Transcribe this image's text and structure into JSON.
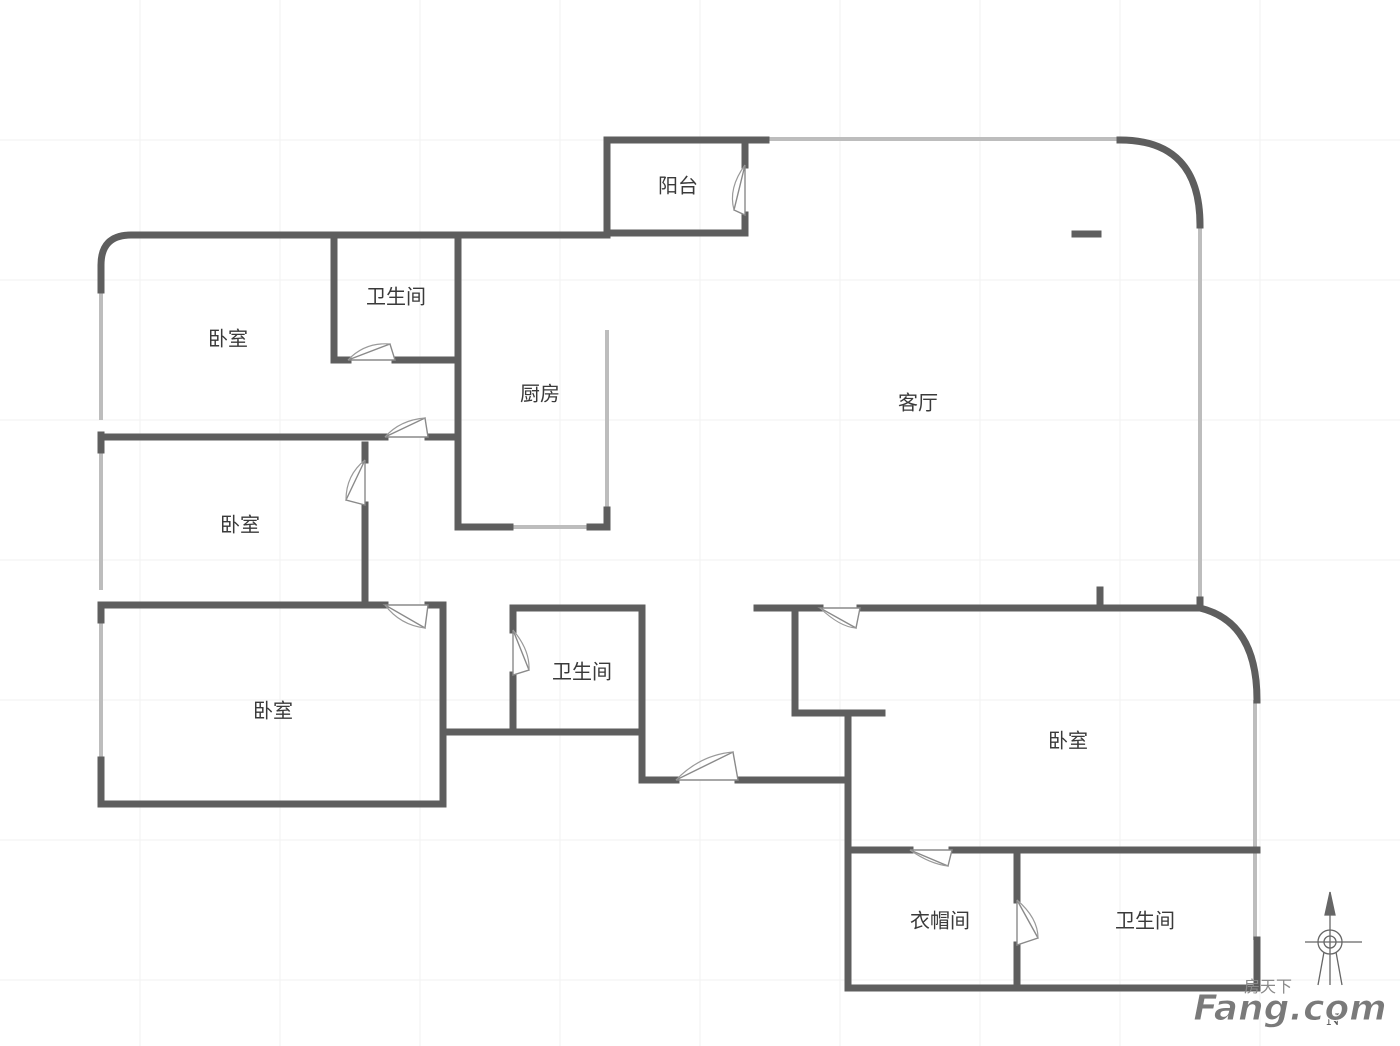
{
  "rooms": {
    "balcony": "阳台",
    "living": "客厅",
    "kitchen": "厨房",
    "bedroom_nw": "卧室",
    "bedroom_w": "卧室",
    "bedroom_sw": "卧室",
    "bedroom_se": "卧室",
    "bath_north": "卫生间",
    "bath_center": "卫生间",
    "bath_se": "卫生间",
    "cloakroom": "衣帽间"
  },
  "compass": {
    "label": "N"
  },
  "watermark": {
    "brand": "Fang.com",
    "cn": "房天下"
  }
}
